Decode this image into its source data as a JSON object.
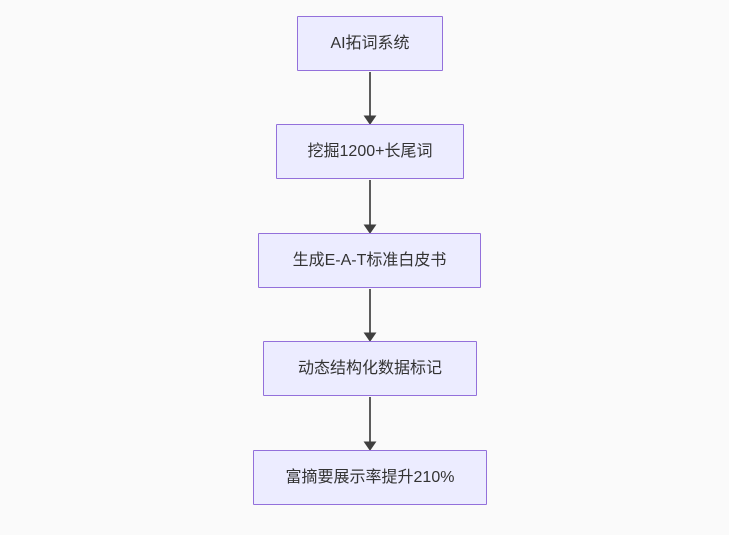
{
  "diagram": {
    "type": "flowchart",
    "direction": "top-down",
    "nodes": [
      {
        "label": "AI拓词系统"
      },
      {
        "label": "挖掘1200+长尾词"
      },
      {
        "label": "生成E-A-T标准白皮书"
      },
      {
        "label": "动态结构化数据标记"
      },
      {
        "label": "富摘要展示率提升210%"
      }
    ],
    "edges": [
      {
        "from": "AI拓词系统",
        "to": "挖掘1200+长尾词"
      },
      {
        "from": "挖掘1200+长尾词",
        "to": "生成E-A-T标准白皮书"
      },
      {
        "from": "生成E-A-T标准白皮书",
        "to": "动态结构化数据标记"
      },
      {
        "from": "动态结构化数据标记",
        "to": "富摘要展示率提升210%"
      }
    ],
    "colors": {
      "background": "#fafafa",
      "node_fill": "#ECECFF",
      "node_border": "#9370DB",
      "text": "#333333",
      "arrow": "#3f3f3f"
    }
  }
}
